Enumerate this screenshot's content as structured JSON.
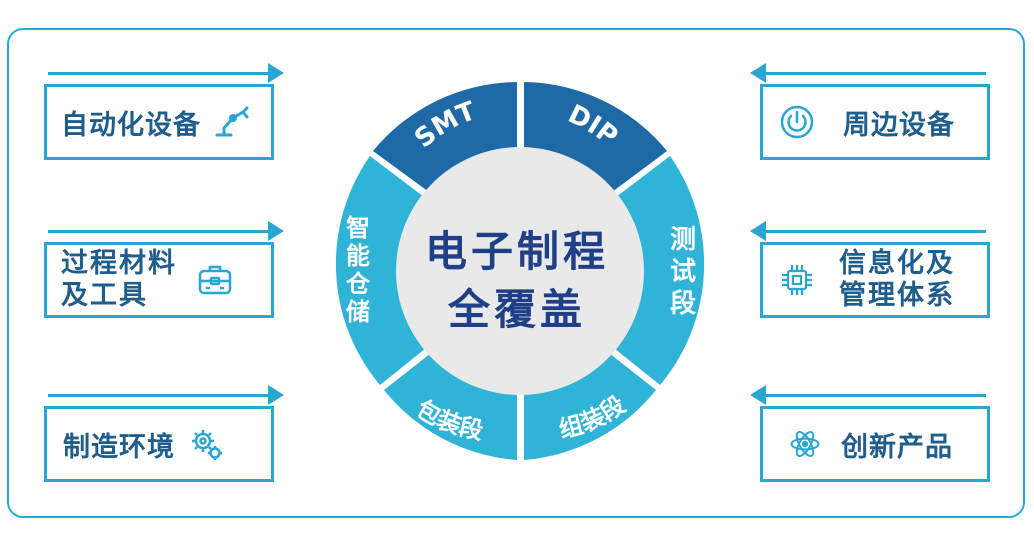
{
  "center": {
    "line1": "电子制程",
    "line2": "全覆盖"
  },
  "ring": {
    "segments": [
      {
        "id": "smt",
        "label": "SMT"
      },
      {
        "id": "dip",
        "label": "DIP"
      },
      {
        "id": "test",
        "label": "测试段"
      },
      {
        "id": "assembly",
        "label": "组装段"
      },
      {
        "id": "packaging",
        "label": "包装段"
      },
      {
        "id": "warehouse",
        "label": "智能仓储"
      }
    ]
  },
  "left_boxes": [
    {
      "label": "自动化设备",
      "icon": "robot-arm-icon"
    },
    {
      "line1": "过程材料",
      "line2": "及工具",
      "icon": "toolbox-icon"
    },
    {
      "label": "制造环境",
      "icon": "gears-icon"
    }
  ],
  "right_boxes": [
    {
      "label": "周边设备",
      "icon": "power-icon"
    },
    {
      "line1": "信息化及",
      "line2": "管理体系",
      "icon": "chip-icon"
    },
    {
      "label": "创新产品",
      "icon": "atom-icon"
    }
  ],
  "colors": {
    "border": "#2aa6d2",
    "text": "#1f5d8d",
    "ring_dark": "#1f6aa6",
    "ring_light": "#2fb3d6",
    "center_bg": "#e9e9ea",
    "center_text": "#1f3f86"
  }
}
